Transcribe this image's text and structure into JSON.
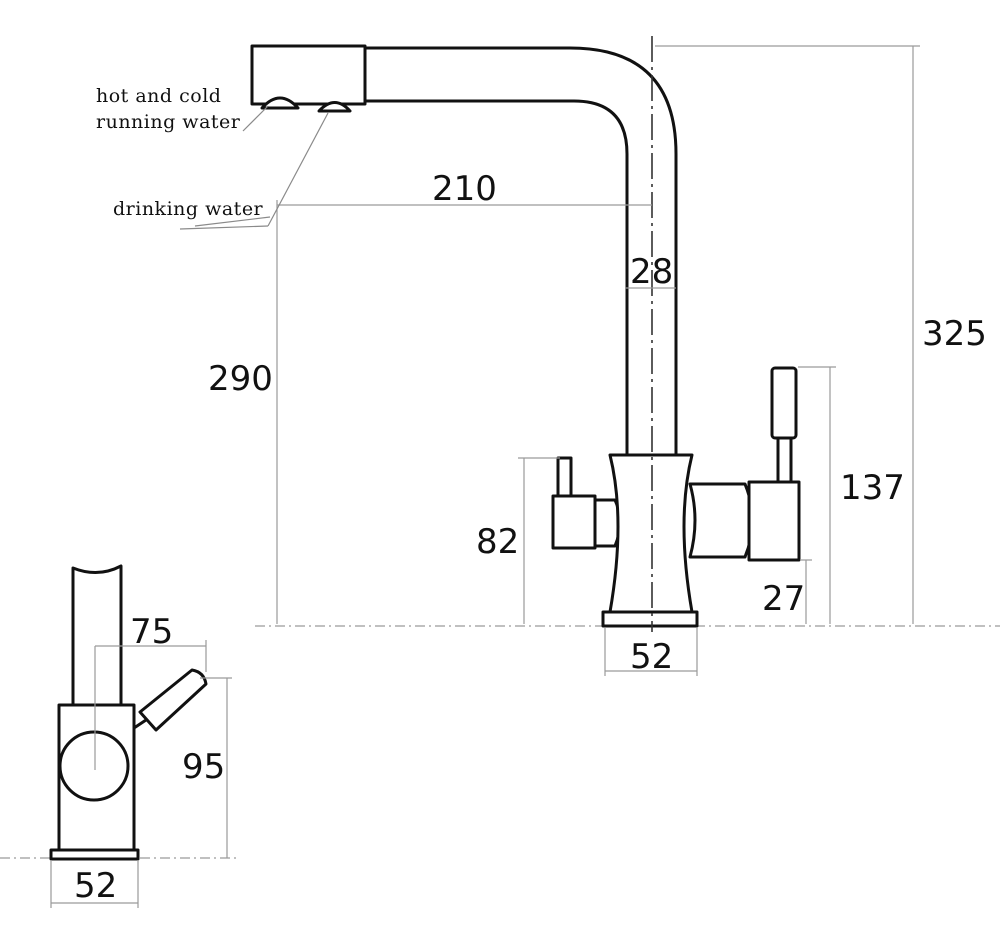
{
  "annotations": {
    "hot_cold": [
      "hot and cold",
      "running water"
    ],
    "drinking": "drinking water"
  },
  "dimensions": {
    "reach": "210",
    "spout_diameter": "28",
    "total_height": "325",
    "spout_height": "290",
    "side_handle_height": "137",
    "left_handle_height": "82",
    "base_offset": "27",
    "base_width": "52",
    "side_offset": "75",
    "side_height": "95",
    "side_base_width": "52"
  },
  "colors": {
    "outline": "#111111",
    "dimension_line": "#9a9a9a"
  }
}
